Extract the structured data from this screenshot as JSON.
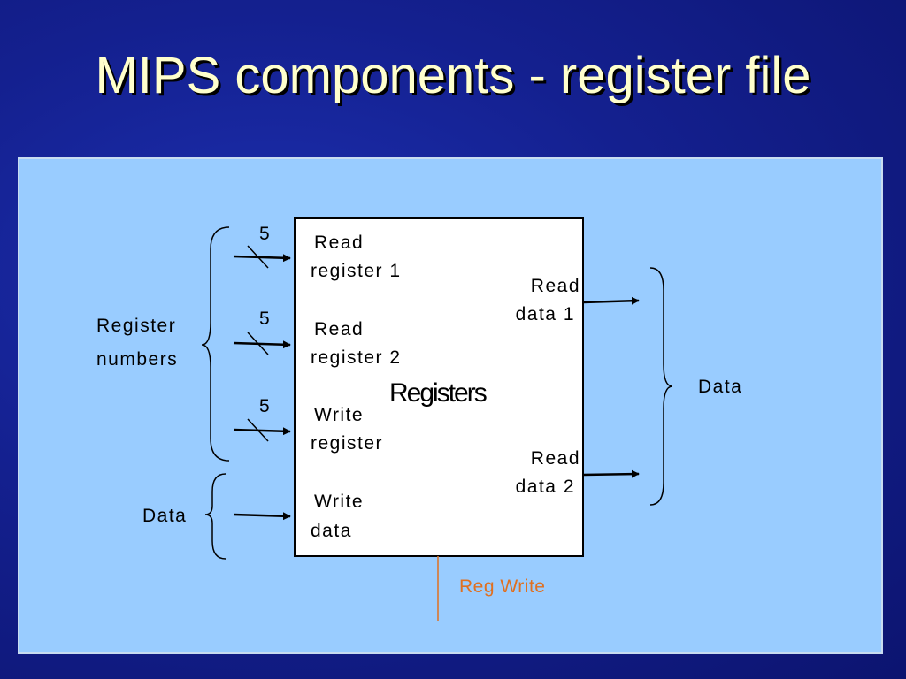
{
  "slide": {
    "title": "MIPS components - register file"
  },
  "diagram": {
    "block_label": "Registers",
    "inputs": [
      {
        "bus_width": "5",
        "port_line1": "Read",
        "port_line2": "register 1"
      },
      {
        "bus_width": "5",
        "port_line1": "Read",
        "port_line2": "register 2"
      },
      {
        "bus_width": "5",
        "port_line1": "Write",
        "port_line2": "register"
      },
      {
        "port_line1": "Write",
        "port_line2": "data"
      }
    ],
    "outputs": [
      {
        "port_line1": "Read",
        "port_line2": "data 1"
      },
      {
        "port_line1": "Read",
        "port_line2": "data 2"
      }
    ],
    "group_labels": {
      "register_numbers_line1": "Register",
      "register_numbers_line2": "numbers",
      "input_data": "Data",
      "output_data": "Data"
    },
    "control_signal": "Reg Write",
    "colors": {
      "background": "#14208f",
      "title": "#ffffcc",
      "panel": "#99ccff",
      "control": "#e07020"
    }
  }
}
